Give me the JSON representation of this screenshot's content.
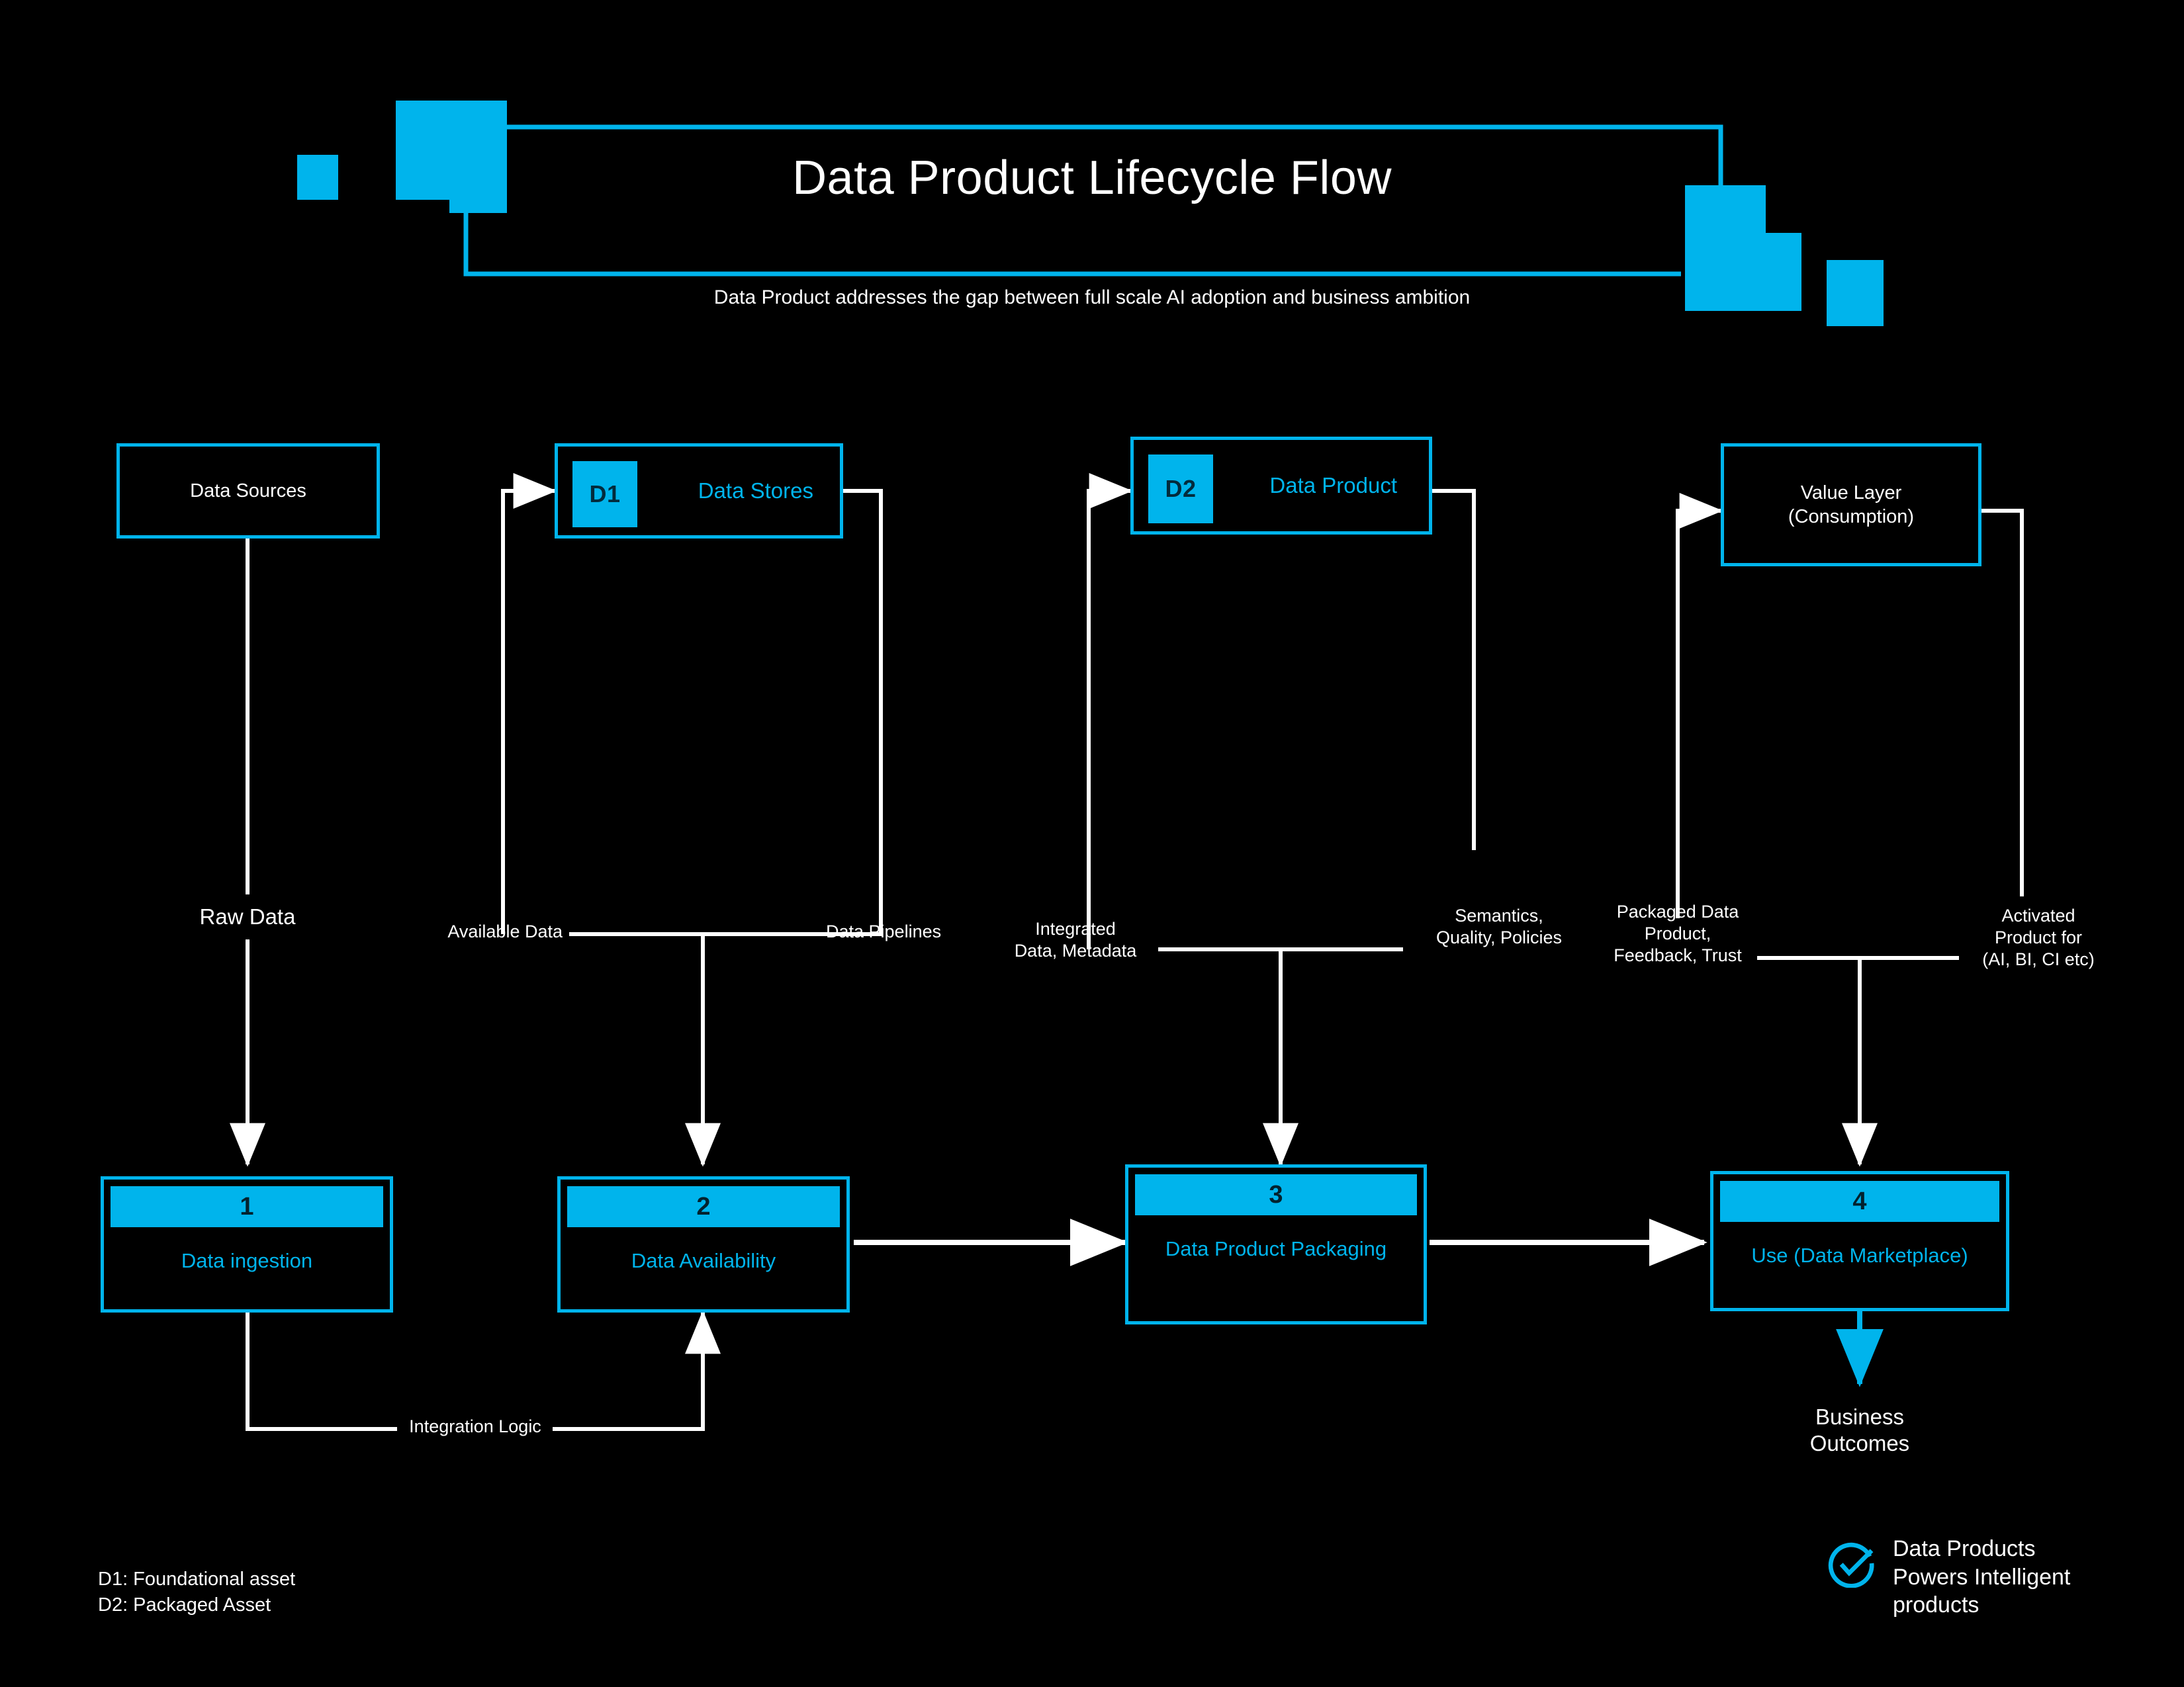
{
  "header": {
    "title": "Data Product Lifecycle Flow",
    "subtitle": "Data Product addresses the gap between full scale AI adoption and business ambition"
  },
  "colors": {
    "background": "#000000",
    "accent": "#00b4ec",
    "text": "#ffffff",
    "chip_text": "#03222e"
  },
  "top_nodes": [
    {
      "id": "data-sources",
      "label": "Data Sources",
      "tag": "",
      "label_color": "white"
    },
    {
      "id": "data-stores",
      "label": "Data Stores",
      "tag": "D1",
      "label_color": "blue"
    },
    {
      "id": "data-product",
      "label": "Data Product",
      "tag": "D2",
      "label_color": "blue"
    },
    {
      "id": "value-layer",
      "label": "Value Layer\n(Consumption)",
      "tag": "",
      "label_color": "white"
    }
  ],
  "process_nodes": [
    {
      "number": "1",
      "name": "Data ingestion"
    },
    {
      "number": "2",
      "name": "Data Availability"
    },
    {
      "number": "3",
      "name": "Data Product Packaging"
    },
    {
      "number": "4",
      "name": "Use (Data Marketplace)"
    }
  ],
  "flow_labels": {
    "raw_data": "Raw Data",
    "available_data": "Available Data",
    "data_pipelines": "Data Pipelines",
    "integrated_data": "Integrated\nData, Metadata",
    "semantics": "Semantics,\nQuality, Policies",
    "packaged": "Packaged Data\nProduct,\nFeedback, Trust",
    "activated": "Activated\nProduct for\n(AI, BI, CI etc)",
    "integration_logic": "Integration Logic",
    "business_outcomes": "Business\nOutcomes"
  },
  "legend": {
    "line1": "D1: Foundational asset",
    "line2": "D2: Packaged Asset"
  },
  "footer": {
    "text": "Data Products\nPowers Intelligent\nproducts"
  }
}
